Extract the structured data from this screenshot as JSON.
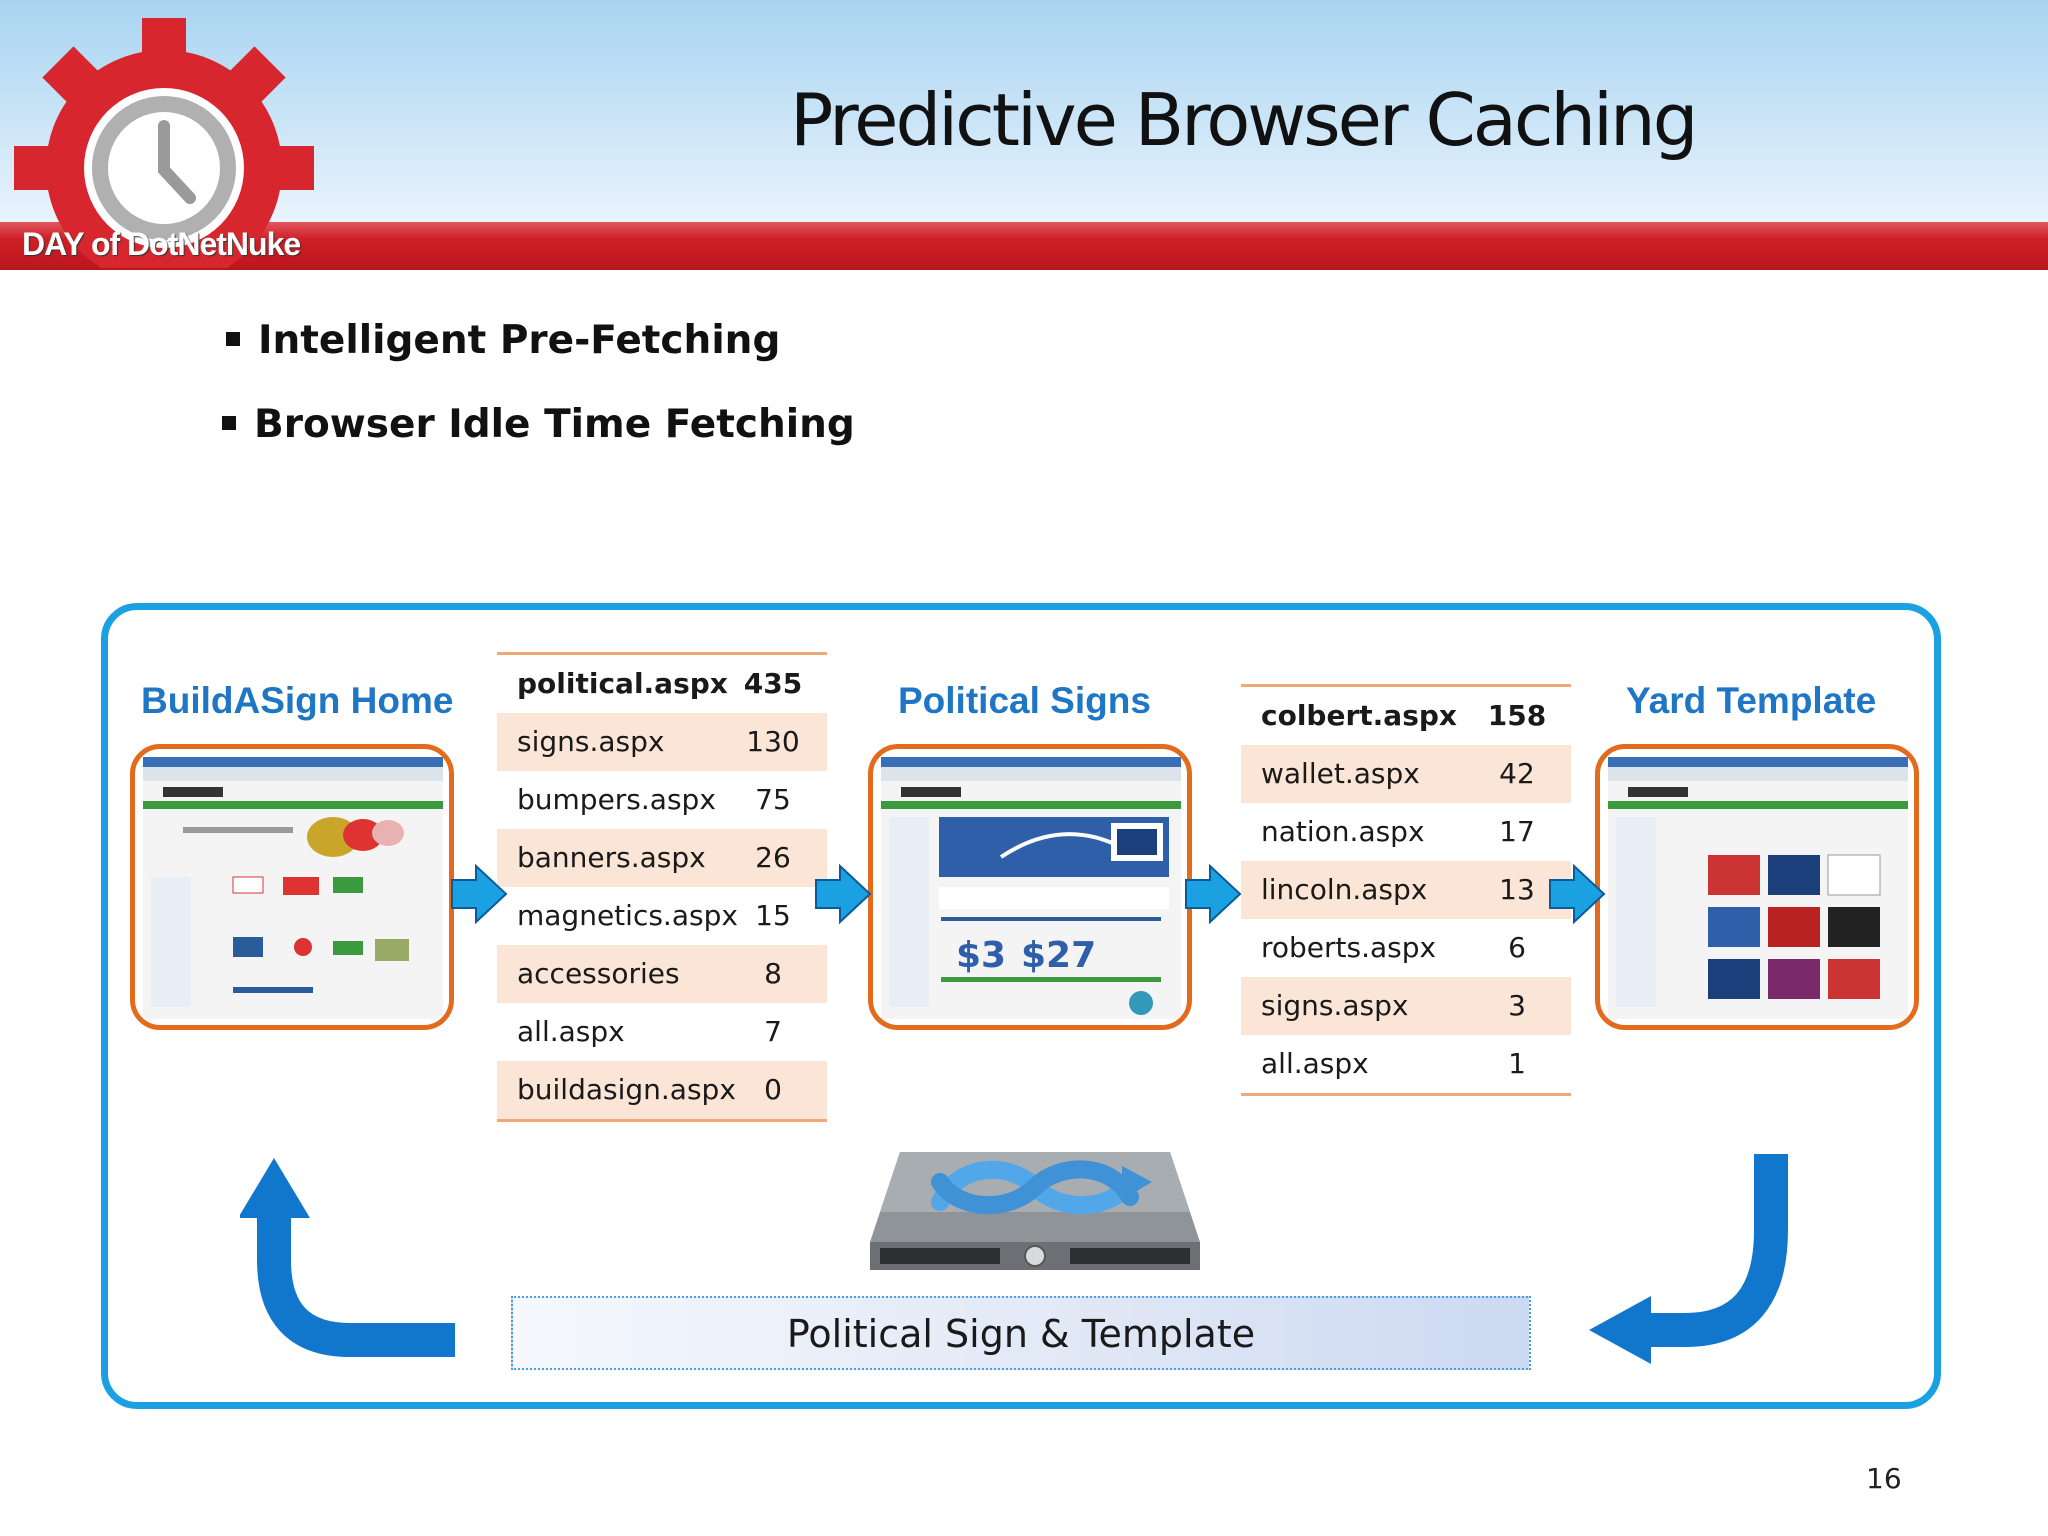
{
  "header": {
    "title": "Predictive Browser Caching",
    "brand": "DAY of DotNetNuke",
    "colors": {
      "sky": "#cbe5f7",
      "rule": "#cf1f26",
      "gear": "#d7262d"
    }
  },
  "bullets": [
    {
      "text": "Intelligent Pre-Fetching"
    },
    {
      "text": "Browser Idle Time Fetching"
    }
  ],
  "diagram": {
    "pages": [
      {
        "label": "BuildASign Home"
      },
      {
        "label": "Political Signs"
      },
      {
        "label": "Yard Template"
      }
    ],
    "table1": [
      {
        "page": "political.aspx",
        "count": "435"
      },
      {
        "page": "signs.aspx",
        "count": "130"
      },
      {
        "page": "bumpers.aspx",
        "count": "75"
      },
      {
        "page": "banners.aspx",
        "count": "26"
      },
      {
        "page": "magnetics.aspx",
        "count": "15"
      },
      {
        "page": "accessories",
        "count": "8"
      },
      {
        "page": "all.aspx",
        "count": "7"
      },
      {
        "page": "buildasign.aspx",
        "count": "0"
      }
    ],
    "table2": [
      {
        "page": "colbert.aspx",
        "count": "158"
      },
      {
        "page": "wallet.aspx",
        "count": "42"
      },
      {
        "page": "nation.aspx",
        "count": "17"
      },
      {
        "page": "lincoln.aspx",
        "count": "13"
      },
      {
        "page": "roberts.aspx",
        "count": "6"
      },
      {
        "page": "signs.aspx",
        "count": "3"
      },
      {
        "page": "all.aspx",
        "count": "1"
      }
    ],
    "caption": "Political Sign & Template",
    "colors": {
      "frame": "#1ba1e2",
      "label": "#1e76c4",
      "accent": "#e26b1d",
      "row_fill": "#fbe5d6",
      "arrow": "#1ba1e2",
      "return_arrow": "#1177cc"
    }
  },
  "page_number": "16"
}
